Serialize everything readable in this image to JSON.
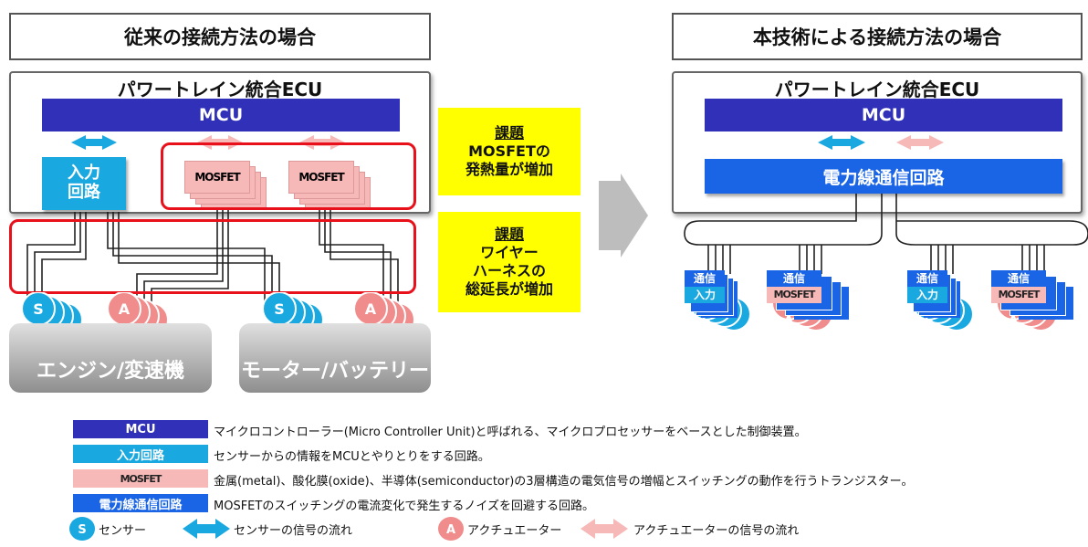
{
  "left": {
    "title": "従来の接続方法の場合",
    "ecu_title": "パワートレイン統合ECU",
    "mcu": "MCU",
    "input_circuit_line1": "入力",
    "input_circuit_line2": "回路",
    "mosfet": "MOSFET",
    "machine1": "エンジン/変速機",
    "machine2": "モーター/バッテリー",
    "sensor_letter": "S",
    "actuator_letter": "A"
  },
  "issues": [
    {
      "lines": [
        "課題",
        "MOSFETの",
        "発熱量が増加"
      ]
    },
    {
      "lines": [
        "課題",
        "ワイヤー",
        "ハーネスの",
        "総延長が増加"
      ]
    }
  ],
  "right": {
    "title": "本技術による接続方法の場合",
    "ecu_title": "パワートレイン統合ECU",
    "mcu": "MCU",
    "plc_circuit": "電力線通信回路",
    "comm": "通信",
    "input": "入力",
    "mosfet": "MOSFET",
    "machine1": "エンジン/変速機",
    "machine2": "モーター/バッテリー"
  },
  "legend": [
    {
      "label": "MCU",
      "text": "マイクロコントローラー(Micro Controller Unit)と呼ばれる、マイクロプロセッサーをベースとした制御装置。",
      "color": "#3030b8"
    },
    {
      "label": "入力回路",
      "text": "センサーからの情報をMCUとやりとりをする回路。",
      "color": "#1aa8e0"
    },
    {
      "label": "MOSFET",
      "text": "金属(metal)、酸化膜(oxide)、半導体(semiconductor)の3層構造の電気信号の増幅とスイッチングの動作を行うトランジスター。",
      "color": "#f7b8b8"
    },
    {
      "label": "電力線通信回路",
      "text": "MOSFETのスイッチングの電流変化で発生するノイズを回避する回路。",
      "color": "#1a64e6"
    }
  ],
  "legend_icons": {
    "sensor_letter": "S",
    "sensor": "センサー",
    "sensor_flow": "センサーの信号の流れ",
    "actuator_letter": "A",
    "actuator": "アクチュエーター",
    "actuator_flow": "アクチュエーターの信号の流れ"
  },
  "colors": {
    "mcu": "#3030b8",
    "input": "#1aa8e0",
    "mosfet": "#f7b8b8",
    "plc": "#1a64e6",
    "issue": "#ffff00",
    "highlight": "#e8101a"
  }
}
